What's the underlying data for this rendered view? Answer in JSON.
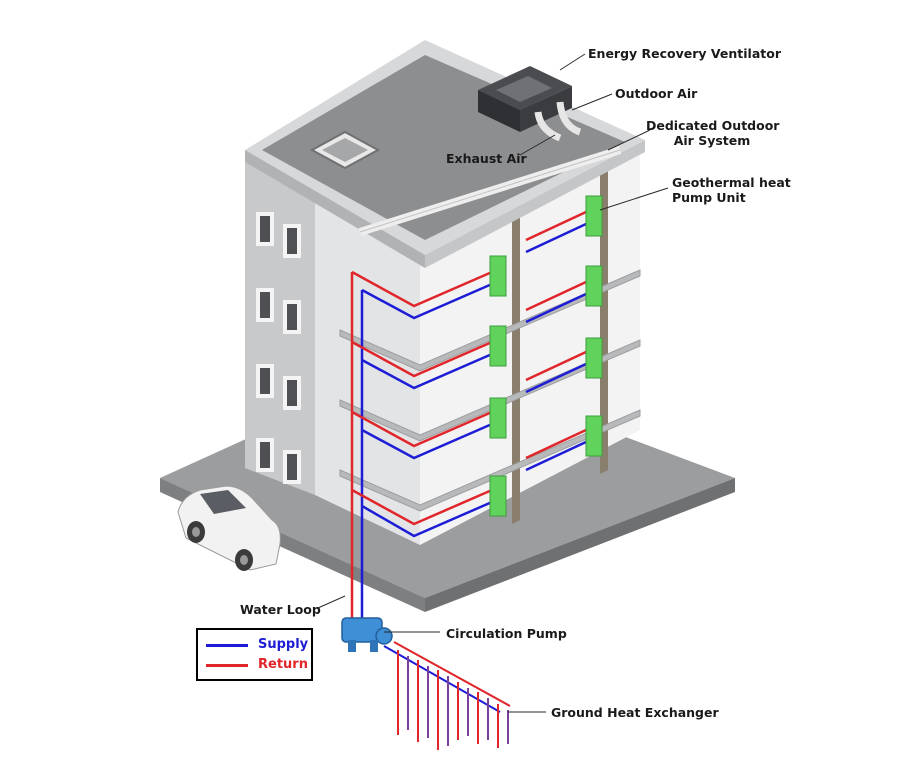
{
  "labels": {
    "erv": "Energy Recovery Ventilator",
    "outdoor_air": "Outdoor Air",
    "doas_line1": "Dedicated Outdoor",
    "doas_line2": "Air System",
    "exhaust_air": "Exhaust Air",
    "ghp_line1": "Geothermal heat",
    "ghp_line2": "Pump Unit",
    "water_loop": "Water Loop",
    "circulation_pump": "Circulation Pump",
    "ground_heat_exchanger": "Ground Heat Exchanger"
  },
  "legend": {
    "supply": "Supply",
    "return": "Return"
  },
  "colors": {
    "supply": "#1d1dd6",
    "return": "#e0262b",
    "heat_pump": "#5fd35b",
    "pump": "#3f8fd6",
    "wall": "#c9cacc",
    "roof": "#8e8f91",
    "ground": "#9a9b9d"
  }
}
